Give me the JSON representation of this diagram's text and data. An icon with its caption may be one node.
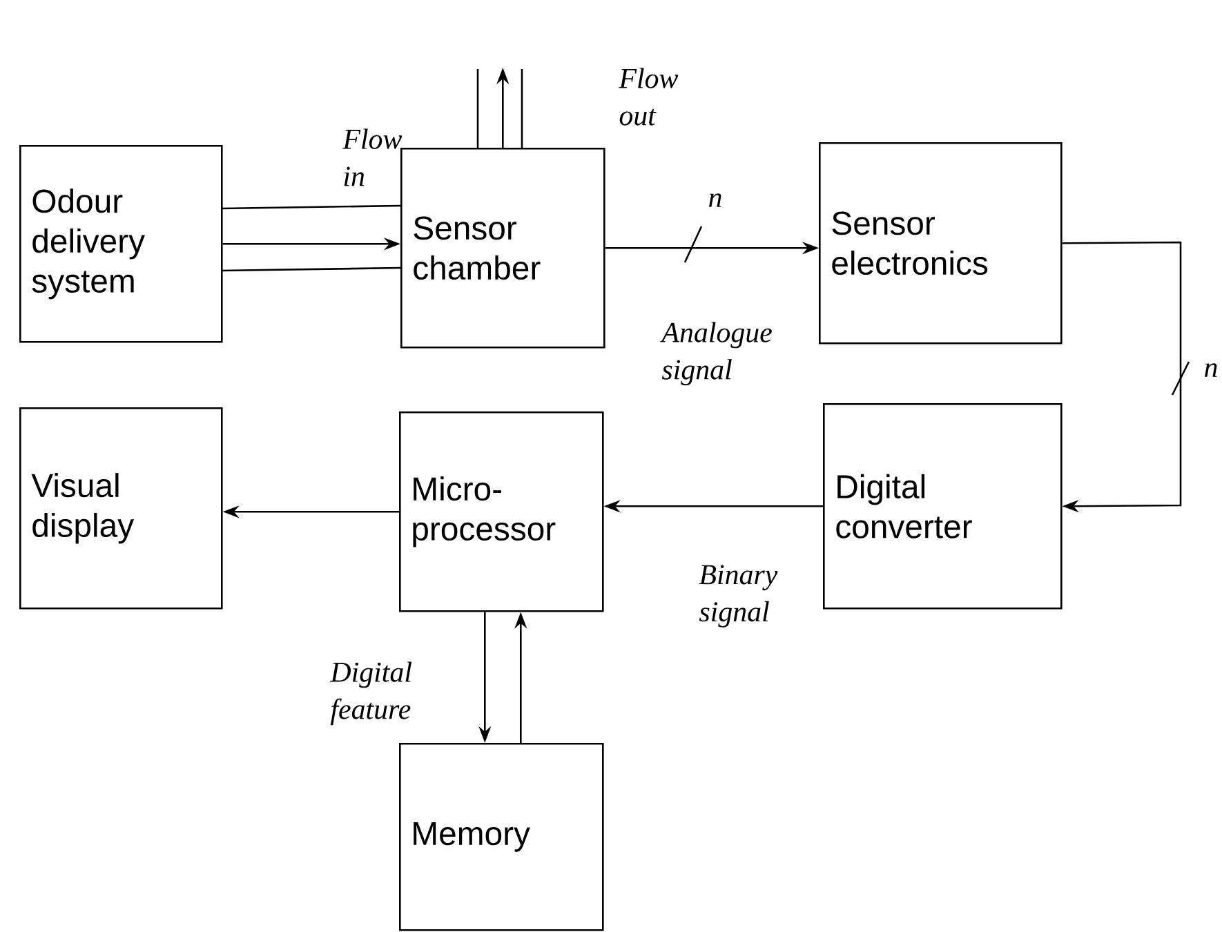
{
  "diagram": {
    "nodes": [
      {
        "text": [
          "Odour delivery system"
        ]
      },
      {
        "text": [
          "Sensor chamber"
        ]
      },
      {
        "text": [
          "Sensor electronics"
        ]
      },
      {
        "text": [
          "Visual display"
        ]
      },
      {
        "text": [
          "Micro- processor"
        ]
      },
      {
        "text": [
          "Digital converter"
        ]
      },
      {
        "text": [
          "Memory"
        ]
      }
    ],
    "edges": [
      {
        "from": 0,
        "to": 1,
        "arrow": "to",
        "label": "Flow in"
      },
      {
        "from": 1,
        "to": null,
        "arrow": "to",
        "label": "Flow out"
      },
      {
        "from": 1,
        "to": 2,
        "arrow": "to",
        "label": "Analogue signal"
      },
      {
        "from": 2,
        "to": 5,
        "arrow": "to"
      },
      {
        "from": 5,
        "to": 4,
        "arrow": "to",
        "label": "Binary signal"
      },
      {
        "from": 4,
        "to": 3,
        "arrow": "to"
      },
      {
        "from": 4,
        "to": 6,
        "arrow": "to",
        "label": "Digital feature"
      },
      {
        "from": 6,
        "to": 4,
        "arrow": "to"
      }
    ],
    "labels": [
      "n",
      "n"
    ]
  }
}
